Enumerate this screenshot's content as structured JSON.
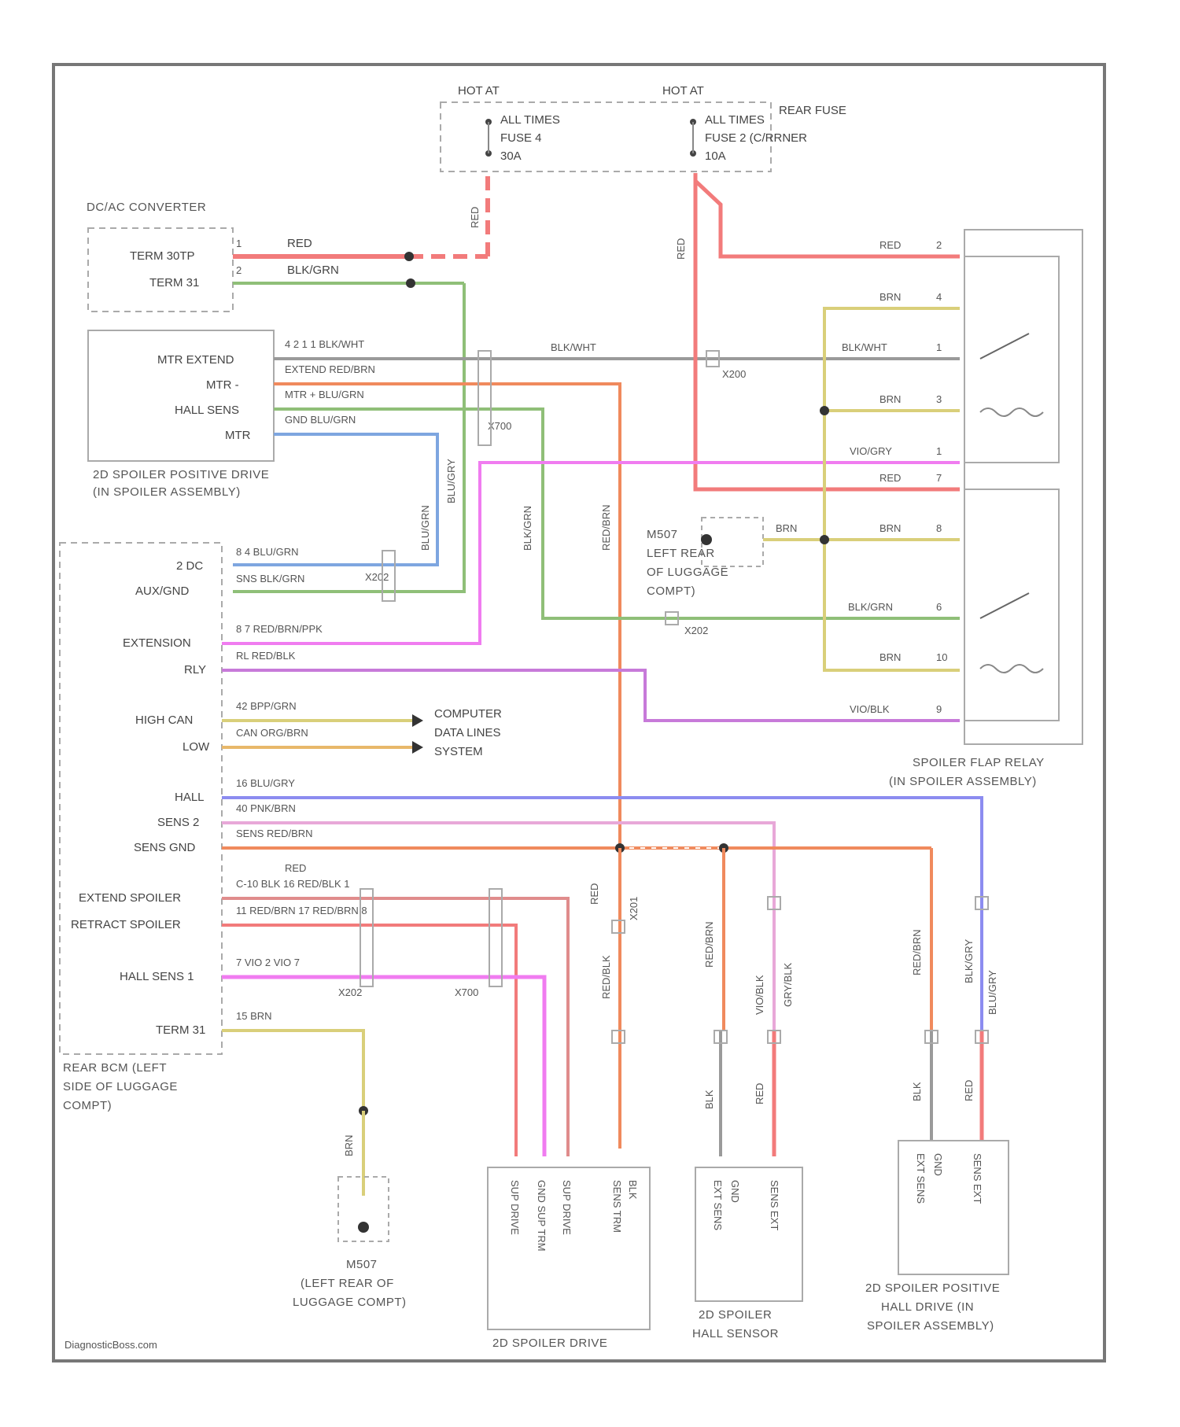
{
  "colors": {
    "red": "#f27b7b",
    "green": "#8fbf78",
    "blue": "#7ea6e0",
    "gray": "#9a9a9a",
    "orange": "#f08a5d",
    "pink": "#f07cf0",
    "violet": "#c77ad9",
    "yellow": "#d9cf7a",
    "tan": "#e8b86a",
    "periwinkle": "#8c8cf0",
    "lightpink": "#e8a8d8"
  },
  "fuse_box": {
    "left": {
      "hot_at": "HOT AT",
      "line1": "ALL TIMES",
      "line2": "FUSE 4",
      "line3": "30A"
    },
    "right": {
      "hot_at": "HOT AT",
      "line1": "ALL TIMES",
      "line2": "FUSE 2 (C/RRNER",
      "line3": "10A"
    },
    "rear_fuse_label": "REAR FUSE",
    "wire_left": "RED",
    "wire_right": "RED"
  },
  "dcac": {
    "title": "DC/AC CONVERTER",
    "term30": "TERM 30TP",
    "term31": "TERM 31",
    "pin1": "1",
    "pin2": "2",
    "wire1": "RED",
    "wire2": "BLK/GRN"
  },
  "positive_drive": {
    "pins": [
      "MTR EXTEND",
      "MTR -",
      "HALL SENS",
      "MTR"
    ],
    "wires": [
      "4  2 1 1  BLK/WHT",
      "EXTEND  RED/BRN",
      "MTR +  BLU/GRN",
      "GND   BLU/GRN"
    ],
    "title1": "2D SPOILER POSITIVE DRIVE",
    "title2": "(IN SPOILER ASSEMBLY)"
  },
  "rear_bcm": {
    "pins": [
      "2 DC",
      "AUX/GND",
      "EXTENSION",
      "RLY",
      "HIGH CAN",
      "LOW",
      "HALL",
      "SENS 2",
      "SENS GND",
      "EXTEND SPOILER",
      "RETRACT SPOILER",
      "HALL SENS 1",
      "TERM 31"
    ],
    "wires": [
      "8  4 BLU/GRN",
      "SNS  BLK/GRN",
      "8 7  RED/BRN/PPK",
      "RL  RED/BLK",
      "42  BPP/GRN",
      "CAN  ORG/BRN",
      "16  BLU/GRY",
      "40  PNK/BRN",
      "SENS  RED/BRN",
      "C-10  BLK   16   RED/BLK   1",
      "11  RED/BRN   17   RED/BRN   8",
      "7   VIO   2   VIO   7",
      "15  BRN"
    ],
    "red_label": "RED",
    "title1": "REAR BCM (LEFT",
    "title2": "SIDE OF LUGGAGE",
    "title3": "COMPT)"
  },
  "computer_data": {
    "line1": "COMPUTER",
    "line2": "DATA LINES",
    "line3": "SYSTEM"
  },
  "relay": {
    "wires": [
      "RED",
      "BRN",
      "BLK/WHT",
      "BRN",
      "VIO/GRY",
      "RED",
      "BRN",
      "BLK/GRN",
      "BRN",
      "VIO/BLK"
    ],
    "pins": [
      "2",
      "4",
      "1",
      "3",
      "1",
      "7",
      "8",
      "6",
      "10",
      "9"
    ],
    "title1": "SPOILER FLAP RELAY",
    "title2": "(IN SPOILER ASSEMBLY)"
  },
  "ground_mid": {
    "name": "M507",
    "line1": "LEFT REAR",
    "line2": "OF LUGGAGE",
    "line3": "COMPT)",
    "wire": "BRN"
  },
  "ground_bottom": {
    "name": "M507",
    "line1": "(LEFT REAR OF",
    "line2": "LUGGAGE COMPT)",
    "wire": "BRN"
  },
  "connectors": {
    "x200": "X200",
    "x700": "X700",
    "x202": "X202",
    "x201": "X201"
  },
  "vertical_wires": {
    "blu_grn": "BLU/GRN",
    "blu_gry": "BLU/GRY",
    "red_brn": "RED/BRN",
    "red_brn2": "RED/BRN",
    "red": "RED",
    "red_blk": "RED/BLK",
    "vio_blk": "VIO/BLK",
    "blk": "BLK",
    "red2": "RED",
    "gry_blk": "GRY/BLK",
    "blk2": "BLK",
    "red3": "RED",
    "blu_gry2": "BLU/GRY",
    "blk_gry": "BLK/GRY",
    "red_brn3": "RED/BRN"
  },
  "spoiler_drive": {
    "pins": [
      "SUP DRIVE",
      "GND SUP TRM",
      "SUP DRIVE",
      "SENS TRM"
    ],
    "extra": "BLK",
    "title": "2D SPOILER DRIVE"
  },
  "hall_sensor": {
    "pins": [
      "EXT SENS",
      "GND",
      "SENS EXT"
    ],
    "title1": "2D SPOILER",
    "title2": "HALL SENSOR"
  },
  "positive_hall": {
    "pins": [
      "EXT SENS",
      "GND",
      "SENS EXT"
    ],
    "title1": "2D SPOILER POSITIVE",
    "title2": "HALL DRIVE (IN",
    "title3": "SPOILER ASSEMBLY)"
  },
  "footer": "DiagnosticBoss.com"
}
